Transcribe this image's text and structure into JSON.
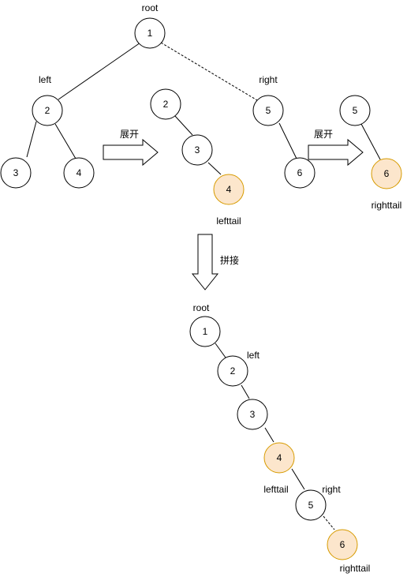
{
  "colors": {
    "node_fill": "#ffffff",
    "highlight_fill": "#fce6cc",
    "highlight_stroke": "#d79b00",
    "stroke": "#000000",
    "text": "#000000"
  },
  "original": {
    "label_root": "root",
    "label_left": "left",
    "label_right": "right",
    "root_value": "1",
    "left_values": [
      "2",
      "3",
      "4"
    ],
    "right_values": [
      "5",
      "6"
    ]
  },
  "left_flattened": {
    "values": [
      "2",
      "3",
      "4"
    ],
    "tail_label": "lefttail"
  },
  "right_flattened": {
    "values": [
      "5",
      "6"
    ],
    "tail_label": "righttail"
  },
  "arrows": {
    "expand_label": "展开",
    "join_label": "拼接"
  },
  "result": {
    "label_root": "root",
    "label_left": "left",
    "label_lefttail": "lefttail",
    "label_right": "right",
    "label_righttail": "righttail",
    "values": [
      "1",
      "2",
      "3",
      "4",
      "5",
      "6"
    ]
  }
}
